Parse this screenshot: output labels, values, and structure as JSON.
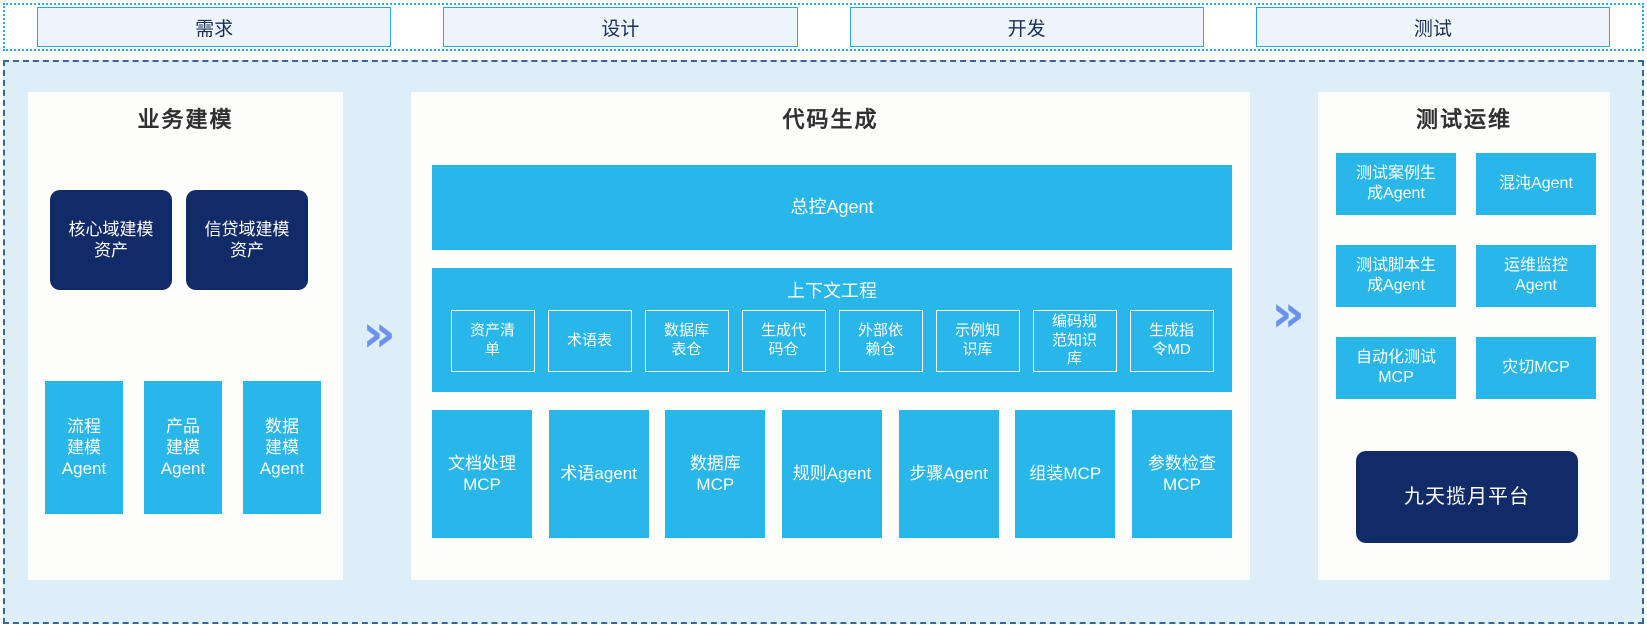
{
  "phases": [
    {
      "label": "需求"
    },
    {
      "label": "设计"
    },
    {
      "label": "开发"
    },
    {
      "label": "测试"
    }
  ],
  "arrow": {
    "glyph": "»"
  },
  "sections": {
    "business_modeling": {
      "title": "业务建模",
      "assets": [
        "核心域建模\n资产",
        "信贷域建模\n资产"
      ],
      "agents": [
        "流程\n建模\nAgent",
        "产品\n建模\nAgent",
        "数据\n建模\nAgent"
      ]
    },
    "code_generation": {
      "title": "代码生成",
      "master_agent": "总控Agent",
      "context_engineering": {
        "title": "上下文工程",
        "items": [
          "资产清\n单",
          "术语表",
          "数据库\n表仓",
          "生成代\n码仓",
          "外部依\n赖仓",
          "示例知\n识库",
          "编码规\n范知识\n库",
          "生成指\n令MD"
        ]
      },
      "tools": [
        "文档处理\nMCP",
        "术语agent",
        "数据库\nMCP",
        "规则Agent",
        "步骤Agent",
        "组装MCP",
        "参数检查\nMCP"
      ]
    },
    "test_ops": {
      "title": "测试运维",
      "agents": [
        "测试案例生\n成Agent",
        "混沌Agent",
        "测试脚本生\n成Agent",
        "运维监控\nAgent",
        "自动化测试\nMCP",
        "灾切MCP"
      ],
      "platform": "九天揽月平台"
    }
  },
  "colors": {
    "accent_cyan": "#29b7e9",
    "dark_navy": "#112b68",
    "arrow_blue": "#6b93ee",
    "container_bg": "#ddeef9",
    "phase_border": "#2aa9d6",
    "dashed_border": "#3b6596"
  }
}
